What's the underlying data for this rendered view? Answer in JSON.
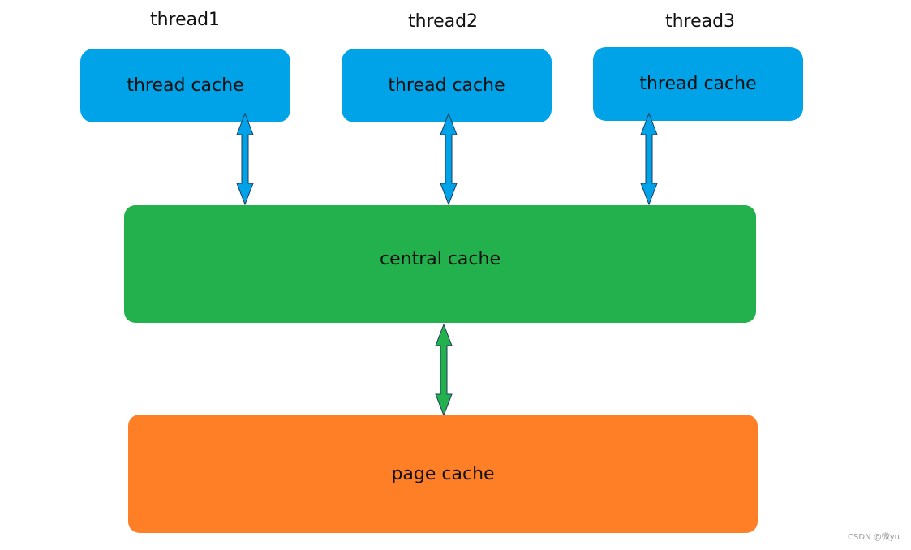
{
  "threads": [
    {
      "label": "thread1",
      "cache_label": "thread cache"
    },
    {
      "label": "thread2",
      "cache_label": "thread cache"
    },
    {
      "label": "thread3",
      "cache_label": "thread cache"
    }
  ],
  "central_cache": {
    "label": "central cache"
  },
  "page_cache": {
    "label": "page cache"
  },
  "watermark": "CSDN @微yu",
  "colors": {
    "thread_cache": "#00a2e8",
    "central_cache": "#22b14c",
    "page_cache": "#fe7f26",
    "arrow_outline": "#1f3a5a"
  }
}
